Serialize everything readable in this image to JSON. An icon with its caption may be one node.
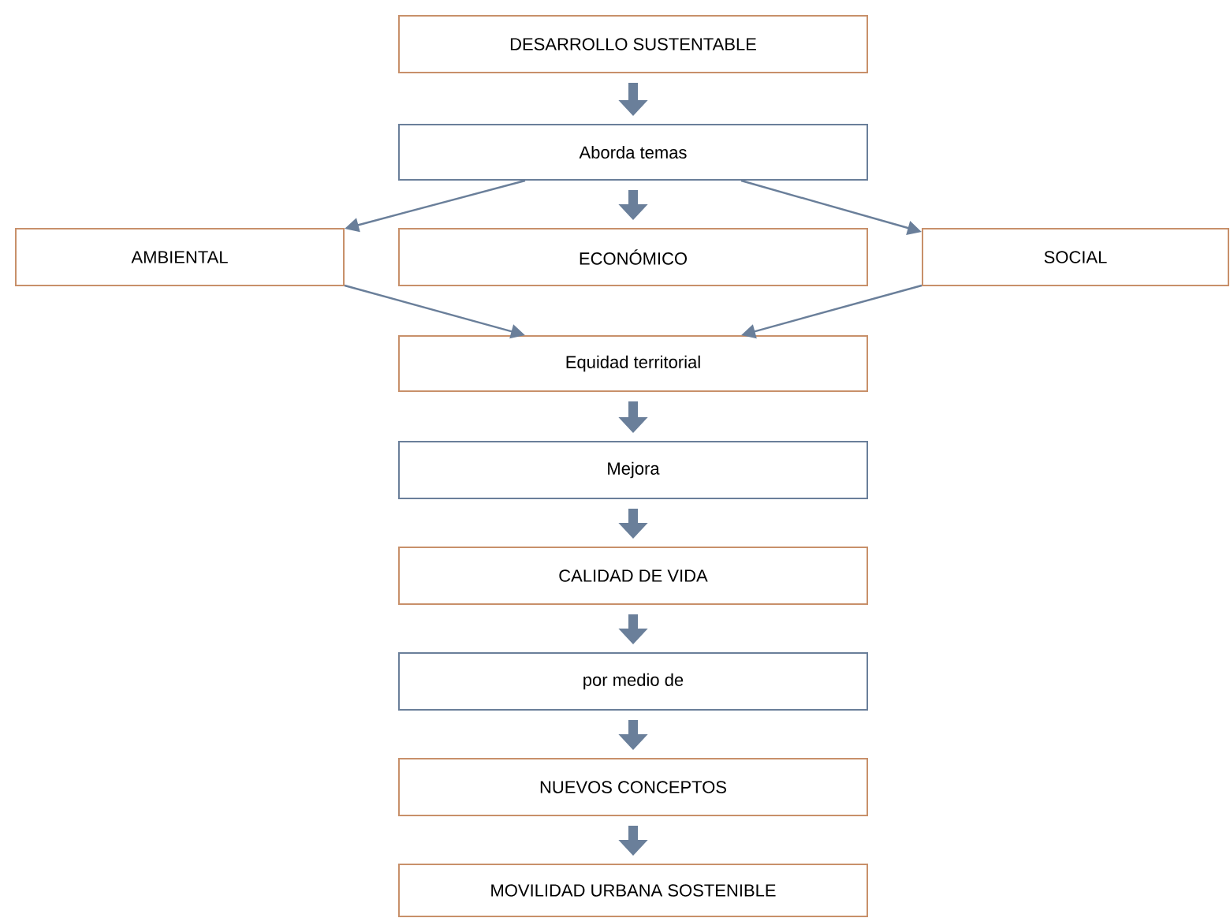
{
  "diagram": {
    "nodes": [
      {
        "text": [
          "DESARROLLO SUSTENTABLE"
        ]
      },
      {
        "text": [
          "Aborda temas"
        ]
      },
      {
        "text": [
          "AMBIENTAL"
        ]
      },
      {
        "text": [
          "ECONÓMICO"
        ]
      },
      {
        "text": [
          "SOCIAL"
        ]
      },
      {
        "text": [
          "Equidad territorial"
        ]
      },
      {
        "text": [
          "Mejora"
        ]
      },
      {
        "text": [
          "CALIDAD DE VIDA"
        ]
      },
      {
        "text": [
          "por medio de"
        ]
      },
      {
        "text": [
          "NUEVOS CONCEPTOS"
        ]
      },
      {
        "text": [
          "MOVILIDAD URBANA SOSTENIBLE"
        ]
      }
    ],
    "edges": [
      {
        "from": 0,
        "to": 1,
        "arrow": "to"
      },
      {
        "from": 1,
        "to": 2,
        "arrow": "to"
      },
      {
        "from": 1,
        "to": 3,
        "arrow": "to"
      },
      {
        "from": 1,
        "to": 4,
        "arrow": "to"
      },
      {
        "from": 2,
        "to": 5,
        "arrow": "to"
      },
      {
        "from": 4,
        "to": 5,
        "arrow": "to"
      },
      {
        "from": 5,
        "to": 6,
        "arrow": "to"
      },
      {
        "from": 6,
        "to": 7,
        "arrow": "to"
      },
      {
        "from": 7,
        "to": 8,
        "arrow": "to"
      },
      {
        "from": 8,
        "to": 9,
        "arrow": "to"
      },
      {
        "from": 9,
        "to": 10,
        "arrow": "to"
      }
    ]
  }
}
